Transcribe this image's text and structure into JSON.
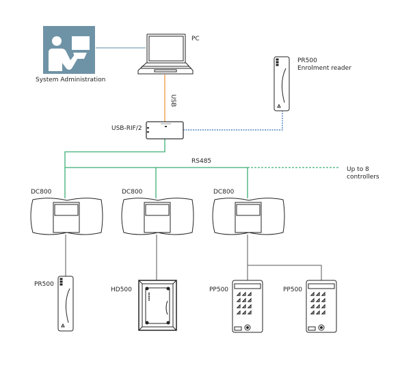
{
  "diagram": {
    "labels": {
      "system_administration": "System Administration",
      "pc": "PC",
      "usb": "USB",
      "usb_rif": "USB-RIF/2",
      "enrolment_reader_model": "PR500",
      "enrolment_reader_desc": "Enrolment reader",
      "bus": "RS485",
      "expansion_line1": "Up to 8",
      "expansion_line2": "controllers",
      "controller_1": "DC800",
      "controller_2": "DC800",
      "controller_3": "DC800",
      "reader_1": "PR500",
      "reader_2": "HD500",
      "reader_3": "PP500",
      "reader_4": "PP500"
    },
    "colors": {
      "admin_tile": "#6f93a6",
      "usb_line": "#f0a25a",
      "rs485_line": "#3aae74",
      "enrol_link": "#2e6db5",
      "device_stroke": "#222222",
      "admin_link": "#7aa2b5"
    },
    "connections": [
      {
        "from": "System Administration",
        "to": "PC",
        "type": "solid"
      },
      {
        "from": "PC",
        "to": "USB-RIF/2",
        "type": "USB"
      },
      {
        "from": "USB-RIF/2",
        "to": "PR500 Enrolment reader",
        "type": "dotted"
      },
      {
        "from": "USB-RIF/2",
        "to": "RS485 bus",
        "type": "RS485"
      },
      {
        "from": "DC800 #1",
        "to": "PR500"
      },
      {
        "from": "DC800 #2",
        "to": "HD500"
      },
      {
        "from": "DC800 #3",
        "to": "PP500 #1"
      },
      {
        "from": "DC800 #3",
        "to": "PP500 #2"
      }
    ]
  }
}
